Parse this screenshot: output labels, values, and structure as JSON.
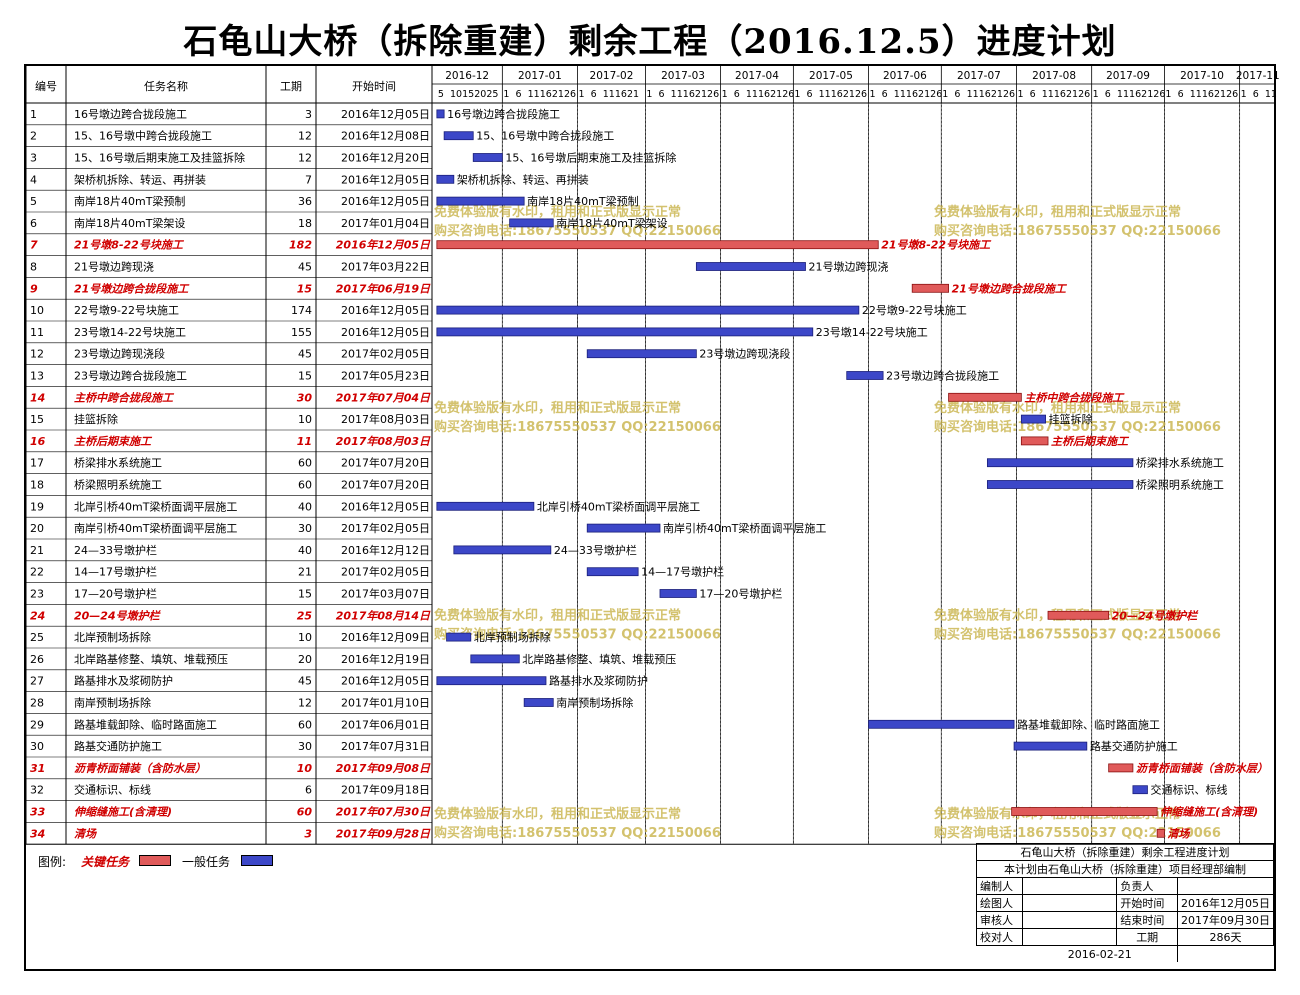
{
  "title": "石龟山大桥（拆除重建）剩余工程（2016.12.5）进度计划",
  "headers": {
    "id": "编号",
    "name": "任务名称",
    "dur": "工期",
    "start": "开始时间"
  },
  "months": [
    "2016-12",
    "2017-01",
    "2017-02",
    "2017-03",
    "2017-04",
    "2017-05",
    "2017-06",
    "2017-07",
    "2017-08",
    "2017-09",
    "2017-10",
    "2017-11"
  ],
  "month_days": {
    "2016-12": "5 10 15 20 25",
    "2017-01": "1 6 11 16 21 26",
    "2017-02": "1 6 11 16 21",
    "2017-03": "1 6 11 16 21 26",
    "2017-04": "1 6 11 16 21 26",
    "2017-05": "1 6 11 16 21 26",
    "2017-06": "1 6 11 16 21 26",
    "2017-07": "1 6 11 16 21 26",
    "2017-08": "1 6 11 16 21 26",
    "2017-09": "1 6 11 16 21 26",
    "2017-10": "1 6 11 16 21 26",
    "2017-11": "1 6 11"
  },
  "chart_data": {
    "type": "gantt",
    "tasks": [
      {
        "id": "1",
        "name": "16号墩边跨合拢段施工",
        "duration": 3,
        "start": "2016年12月05日",
        "critical": false,
        "label": "16号墩边跨合拢段施工"
      },
      {
        "id": "2",
        "name": "15、16号墩中跨合拢段施工",
        "duration": 12,
        "start": "2016年12月08日",
        "critical": false,
        "label": "15、16号墩中跨合拢段施工"
      },
      {
        "id": "3",
        "name": "15、16号墩后期束施工及挂篮拆除",
        "duration": 12,
        "start": "2016年12月20日",
        "critical": false,
        "label": "15、16号墩后期束施工及挂篮拆除"
      },
      {
        "id": "4",
        "name": "架桥机拆除、转运、再拼装",
        "duration": 7,
        "start": "2016年12月05日",
        "critical": false,
        "label": "架桥机拆除、转运、再拼装"
      },
      {
        "id": "5",
        "name": "南岸18片40mT梁预制",
        "duration": 36,
        "start": "2016年12月05日",
        "critical": false,
        "label": "南岸18片40mT梁预制"
      },
      {
        "id": "6",
        "name": "南岸18片40mT梁架设",
        "duration": 18,
        "start": "2017年01月04日",
        "critical": false,
        "label": "南岸18片40mT梁架设"
      },
      {
        "id": "7",
        "name": "21号墩8-22号块施工",
        "duration": 182,
        "start": "2016年12月05日",
        "critical": true,
        "label": "21号墩8-22号块施工"
      },
      {
        "id": "8",
        "name": "21号墩边跨现浇",
        "duration": 45,
        "start": "2017年03月22日",
        "critical": false,
        "label": "21号墩边跨现浇"
      },
      {
        "id": "9",
        "name": "21号墩边跨合拢段施工",
        "duration": 15,
        "start": "2017年06月19日",
        "critical": true,
        "label": "21号墩边跨合拢段施工"
      },
      {
        "id": "10",
        "name": "22号墩9-22号块施工",
        "duration": 174,
        "start": "2016年12月05日",
        "critical": false,
        "label": "22号墩9-22号块施工"
      },
      {
        "id": "11",
        "name": "23号墩14-22号块施工",
        "duration": 155,
        "start": "2016年12月05日",
        "critical": false,
        "label": "23号墩14-22号块施工"
      },
      {
        "id": "12",
        "name": "23号墩边跨现浇段",
        "duration": 45,
        "start": "2017年02月05日",
        "critical": false,
        "label": "23号墩边跨现浇段"
      },
      {
        "id": "13",
        "name": "23号墩边跨合拢段施工",
        "duration": 15,
        "start": "2017年05月23日",
        "critical": false,
        "label": "23号墩边跨合拢段施工"
      },
      {
        "id": "14",
        "name": "主桥中跨合拢段施工",
        "duration": 30,
        "start": "2017年07月04日",
        "critical": true,
        "label": "主桥中跨合拢段施工"
      },
      {
        "id": "15",
        "name": "挂篮拆除",
        "duration": 10,
        "start": "2017年08月03日",
        "critical": false,
        "label": "挂篮拆除"
      },
      {
        "id": "16",
        "name": "主桥后期束施工",
        "duration": 11,
        "start": "2017年08月03日",
        "critical": true,
        "label": "主桥后期束施工"
      },
      {
        "id": "17",
        "name": "桥梁排水系统施工",
        "duration": 60,
        "start": "2017年07月20日",
        "critical": false,
        "label": "桥梁排水系统施工"
      },
      {
        "id": "18",
        "name": "桥梁照明系统施工",
        "duration": 60,
        "start": "2017年07月20日",
        "critical": false,
        "label": "桥梁照明系统施工"
      },
      {
        "id": "19",
        "name": "北岸引桥40mT梁桥面调平层施工",
        "duration": 40,
        "start": "2016年12月05日",
        "critical": false,
        "label": "北岸引桥40mT梁桥面调平层施工"
      },
      {
        "id": "20",
        "name": "南岸引桥40mT梁桥面调平层施工",
        "duration": 30,
        "start": "2017年02月05日",
        "critical": false,
        "label": "南岸引桥40mT梁桥面调平层施工"
      },
      {
        "id": "21",
        "name": "24—33号墩护栏",
        "duration": 40,
        "start": "2016年12月12日",
        "critical": false,
        "label": "24—33号墩护栏"
      },
      {
        "id": "22",
        "name": "14—17号墩护栏",
        "duration": 21,
        "start": "2017年02月05日",
        "critical": false,
        "label": "14—17号墩护栏"
      },
      {
        "id": "23",
        "name": "17—20号墩护栏",
        "duration": 15,
        "start": "2017年03月07日",
        "critical": false,
        "label": "17—20号墩护栏"
      },
      {
        "id": "24",
        "name": "20—24号墩护栏",
        "duration": 25,
        "start": "2017年08月14日",
        "critical": true,
        "label": "20—24号墩护栏"
      },
      {
        "id": "25",
        "name": "北岸预制场拆除",
        "duration": 10,
        "start": "2016年12月09日",
        "critical": false,
        "label": "北岸预制场拆除"
      },
      {
        "id": "26",
        "name": "北岸路基修整、填筑、堆载预压",
        "duration": 20,
        "start": "2016年12月19日",
        "critical": false,
        "label": "北岸路基修整、填筑、堆载预压"
      },
      {
        "id": "27",
        "name": "路基排水及浆砌防护",
        "duration": 45,
        "start": "2016年12月05日",
        "critical": false,
        "label": "路基排水及浆砌防护"
      },
      {
        "id": "28",
        "name": "南岸预制场拆除",
        "duration": 12,
        "start": "2017年01月10日",
        "critical": false,
        "label": "南岸预制场拆除"
      },
      {
        "id": "29",
        "name": "路基堆载卸除、临时路面施工",
        "duration": 60,
        "start": "2017年06月01日",
        "critical": false,
        "label": "路基堆载卸除、临时路面施工"
      },
      {
        "id": "30",
        "name": "路基交通防护施工",
        "duration": 30,
        "start": "2017年07月31日",
        "critical": false,
        "label": "路基交通防护施工"
      },
      {
        "id": "31",
        "name": "沥青桥面铺装（含防水层）",
        "duration": 10,
        "start": "2017年09月08日",
        "critical": true,
        "label": "沥青桥面铺装（含防水层）"
      },
      {
        "id": "32",
        "name": "交通标识、标线",
        "duration": 6,
        "start": "2017年09月18日",
        "critical": false,
        "label": "交通标识、标线"
      },
      {
        "id": "33",
        "name": "伸缩缝施工(含清理)",
        "duration": 60,
        "start": "2017年07月30日",
        "critical": true,
        "label": "伸缩缝施工(含清理)"
      },
      {
        "id": "34",
        "name": "清场",
        "duration": 3,
        "start": "2017年09月28日",
        "critical": true,
        "label": "清场"
      }
    ],
    "timeline_start": "2016-12-03",
    "timeline_end": "2017-11-16",
    "critical_color": "#E05A5A",
    "normal_color": "#3C47C8"
  },
  "watermark": {
    "line1": "免费体验版有水印，租用和正式版显示正常",
    "line2": "购买咨询电话:18675550537 QQ:22150066"
  },
  "legend": {
    "label": "图例:",
    "critical": "关键任务",
    "normal": "一般任务"
  },
  "info": {
    "plan_title": "石龟山大桥（拆除重建）剩余工程进度计划",
    "plan_by": "本计划由石龟山大桥（拆除重建）项目经理部编制",
    "editor": "编制人",
    "owner": "负责人",
    "drafter": "绘图人",
    "start_label": "开始时间",
    "start_value": "2016年12月05日",
    "reviewer": "审核人",
    "end_label": "结束时间",
    "end_value": "2017年09月30日",
    "checker": "校对人",
    "dur_label": "工期",
    "dur_value": "286天",
    "date": "2016-02-21"
  }
}
